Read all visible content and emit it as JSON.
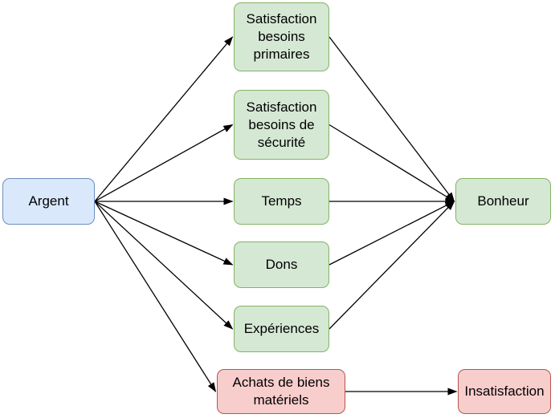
{
  "diagram": {
    "background": "#ffffff",
    "edge_color": "#000000",
    "palette": {
      "money": {
        "fill": "#dae8fc",
        "stroke": "#6c8ebf"
      },
      "positive": {
        "fill": "#d5e8d4",
        "stroke": "#82b366"
      },
      "negative": {
        "fill": "#f8cecc",
        "stroke": "#b85450"
      }
    },
    "nodes": [
      {
        "id": "argent",
        "label": "Argent",
        "kind": "money"
      },
      {
        "id": "besoins-primaires",
        "label": "Satisfaction besoins primaires",
        "kind": "positive"
      },
      {
        "id": "besoins-securite",
        "label": "Satisfaction besoins de sécurité",
        "kind": "positive"
      },
      {
        "id": "temps",
        "label": "Temps",
        "kind": "positive"
      },
      {
        "id": "dons",
        "label": "Dons",
        "kind": "positive"
      },
      {
        "id": "experiences",
        "label": "Expériences",
        "kind": "positive"
      },
      {
        "id": "achats-biens-materiels",
        "label": "Achats de biens matériels",
        "kind": "negative"
      },
      {
        "id": "bonheur",
        "label": "Bonheur",
        "kind": "positive"
      },
      {
        "id": "insatisfaction",
        "label": "Insatisfaction",
        "kind": "negative"
      }
    ],
    "edges": [
      {
        "from": "argent",
        "to": "besoins-primaires"
      },
      {
        "from": "argent",
        "to": "besoins-securite"
      },
      {
        "from": "argent",
        "to": "temps"
      },
      {
        "from": "argent",
        "to": "dons"
      },
      {
        "from": "argent",
        "to": "experiences"
      },
      {
        "from": "argent",
        "to": "achats-biens-materiels"
      },
      {
        "from": "besoins-primaires",
        "to": "bonheur"
      },
      {
        "from": "besoins-securite",
        "to": "bonheur"
      },
      {
        "from": "temps",
        "to": "bonheur"
      },
      {
        "from": "dons",
        "to": "bonheur"
      },
      {
        "from": "experiences",
        "to": "bonheur"
      },
      {
        "from": "achats-biens-materiels",
        "to": "insatisfaction"
      }
    ]
  }
}
